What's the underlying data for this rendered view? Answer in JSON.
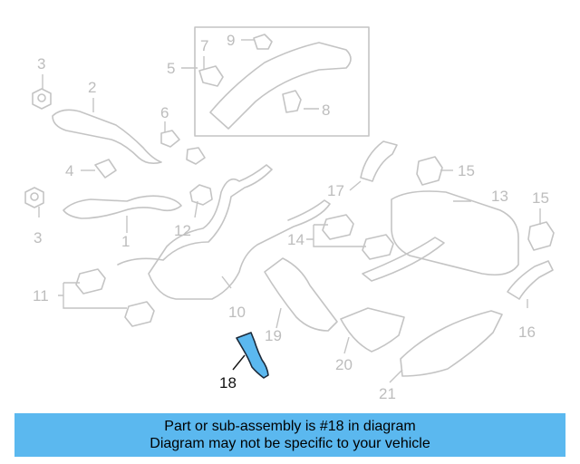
{
  "diagram": {
    "callouts": [
      "1",
      "2",
      "3",
      "3",
      "4",
      "5",
      "6",
      "7",
      "8",
      "9",
      "10",
      "11",
      "12",
      "13",
      "14",
      "15",
      "15",
      "16",
      "17",
      "18",
      "19",
      "20",
      "21"
    ],
    "highlighted_callout": "18",
    "highlight_color": "#5bb8ef"
  },
  "banner": {
    "line1": "Part or sub-assembly is #18 in diagram",
    "line2": "Diagram may not be specific to your vehicle",
    "background": "#5bb8ef"
  }
}
